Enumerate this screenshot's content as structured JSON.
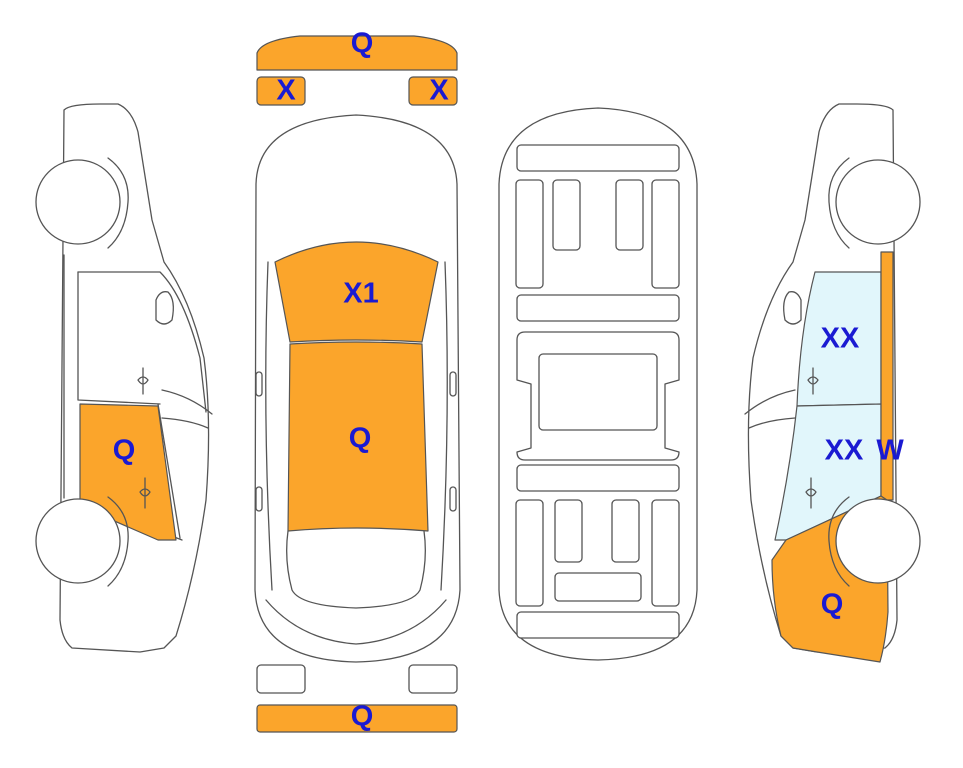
{
  "colors": {
    "damage_fill": "#FBA52B",
    "glass_fill": "#E1F6FB",
    "label_color": "#1A1AD2",
    "outline": "#555555",
    "background": "#FFFFFF"
  },
  "labels": {
    "front_bumper": "Q",
    "left_headlight": "X",
    "right_headlight": "X",
    "hood": "X1",
    "roof": "Q",
    "rear_bumper": "Q",
    "left_side_rear_door": "Q",
    "right_side_front_door": "XX",
    "right_side_rear_door": "XX",
    "right_side_pillar": "W",
    "right_side_quarter": "Q"
  }
}
